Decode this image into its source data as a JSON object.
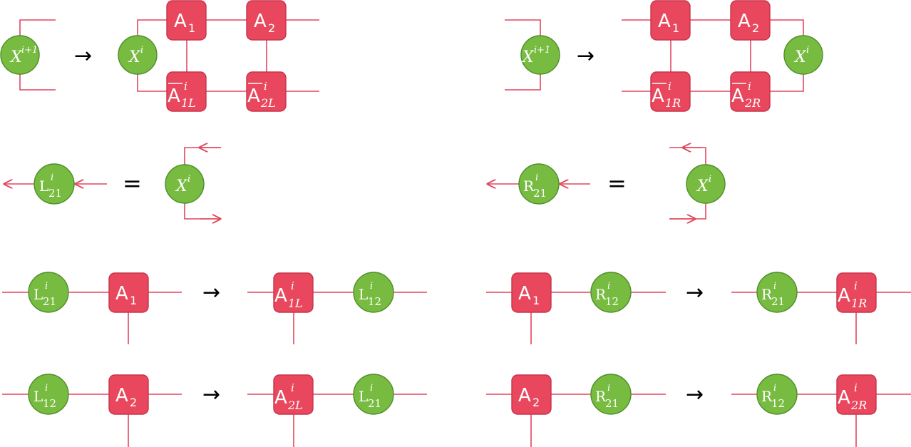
{
  "colors": {
    "tensor": "#e8475d",
    "transfer": "#77bb41",
    "wire": "#e0475f"
  },
  "operators": {
    "arrow": "→",
    "equals": "="
  },
  "row1_left": {
    "lhs": {
      "base": "X",
      "sup": "i+1"
    },
    "rhs_circle": {
      "base": "X",
      "sup": "i"
    },
    "top_a": {
      "base": "A",
      "sub": "1"
    },
    "top_b": {
      "base": "A",
      "sub": "2"
    },
    "bot_a": {
      "base": "A",
      "sub": "1L",
      "sup": "i",
      "bar": true
    },
    "bot_b": {
      "base": "A",
      "sub": "2L",
      "sup": "i",
      "bar": true
    }
  },
  "row1_right": {
    "lhs": {
      "base": "X",
      "sup": "i+1"
    },
    "top_a": {
      "base": "A",
      "sub": "1"
    },
    "top_b": {
      "base": "A",
      "sub": "2"
    },
    "bot_a": {
      "base": "A",
      "sub": "1R",
      "sup": "i",
      "bar": true
    },
    "bot_b": {
      "base": "A",
      "sub": "2R",
      "sup": "i",
      "bar": true
    },
    "rhs_circle": {
      "base": "X",
      "sup": "i"
    }
  },
  "row2_left": {
    "lhs": {
      "base": "L",
      "sub": "21",
      "sup": "i"
    },
    "rhs": {
      "base": "X",
      "sup": "i"
    }
  },
  "row2_right": {
    "lhs": {
      "base": "R",
      "sub": "21",
      "sup": "i"
    },
    "rhs": {
      "base": "X",
      "sup": "i"
    }
  },
  "row3_left": {
    "circle_in": {
      "base": "L",
      "sub": "21",
      "sup": "i"
    },
    "tensor_in": {
      "base": "A",
      "sub": "1"
    },
    "tensor_out": {
      "base": "A",
      "sub": "1L",
      "sup": "i"
    },
    "circle_out": {
      "base": "L",
      "sub": "12",
      "sup": "i"
    }
  },
  "row3_right": {
    "tensor_in": {
      "base": "A",
      "sub": "1"
    },
    "circle_in": {
      "base": "R",
      "sub": "12",
      "sup": "i"
    },
    "circle_out": {
      "base": "R",
      "sub": "21",
      "sup": "i"
    },
    "tensor_out": {
      "base": "A",
      "sub": "1R",
      "sup": "i"
    }
  },
  "row4_left": {
    "circle_in": {
      "base": "L",
      "sub": "12",
      "sup": "i"
    },
    "tensor_in": {
      "base": "A",
      "sub": "2"
    },
    "tensor_out": {
      "base": "A",
      "sub": "2L",
      "sup": "i"
    },
    "circle_out": {
      "base": "L",
      "sub": "21",
      "sup": "i"
    }
  },
  "row4_right": {
    "tensor_in": {
      "base": "A",
      "sub": "2"
    },
    "circle_in": {
      "base": "R",
      "sub": "21",
      "sup": "i"
    },
    "circle_out": {
      "base": "R",
      "sub": "12",
      "sup": "i"
    },
    "tensor_out": {
      "base": "A",
      "sub": "2R",
      "sup": "i"
    }
  }
}
